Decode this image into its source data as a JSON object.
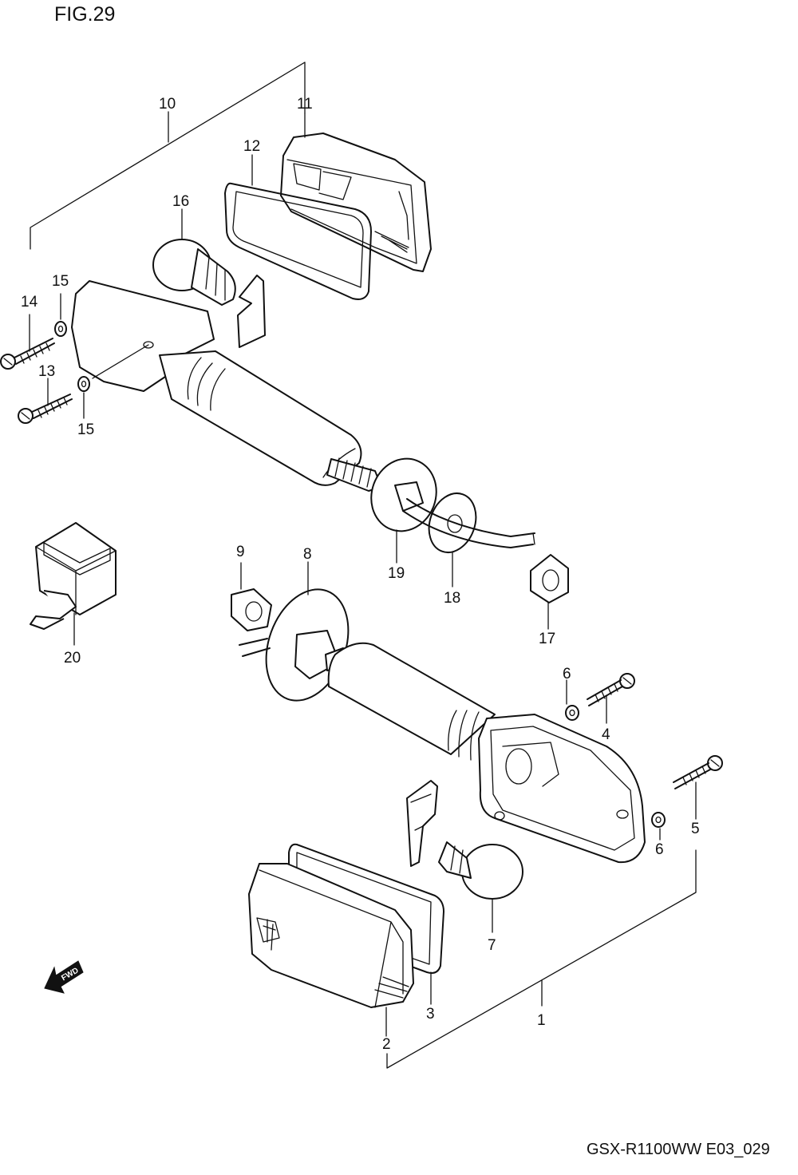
{
  "figure": {
    "title": "FIG.29",
    "footer": "GSX-R1100WW  E03_029",
    "direction_marker": "FWD"
  },
  "parts": [
    {
      "id": "p1",
      "number": "1"
    },
    {
      "id": "p2",
      "number": "2"
    },
    {
      "id": "p3",
      "number": "3"
    },
    {
      "id": "p4",
      "number": "4"
    },
    {
      "id": "p5",
      "number": "5"
    },
    {
      "id": "p6a",
      "number": "6"
    },
    {
      "id": "p6b",
      "number": "6"
    },
    {
      "id": "p7",
      "number": "7"
    },
    {
      "id": "p8",
      "number": "8"
    },
    {
      "id": "p9",
      "number": "9"
    },
    {
      "id": "p10",
      "number": "10"
    },
    {
      "id": "p11",
      "number": "11"
    },
    {
      "id": "p12",
      "number": "12"
    },
    {
      "id": "p13",
      "number": "13"
    },
    {
      "id": "p14",
      "number": "14"
    },
    {
      "id": "p15a",
      "number": "15"
    },
    {
      "id": "p15b",
      "number": "15"
    },
    {
      "id": "p16",
      "number": "16"
    },
    {
      "id": "p17",
      "number": "17"
    },
    {
      "id": "p18",
      "number": "18"
    },
    {
      "id": "p19",
      "number": "19"
    },
    {
      "id": "p20",
      "number": "20"
    }
  ]
}
